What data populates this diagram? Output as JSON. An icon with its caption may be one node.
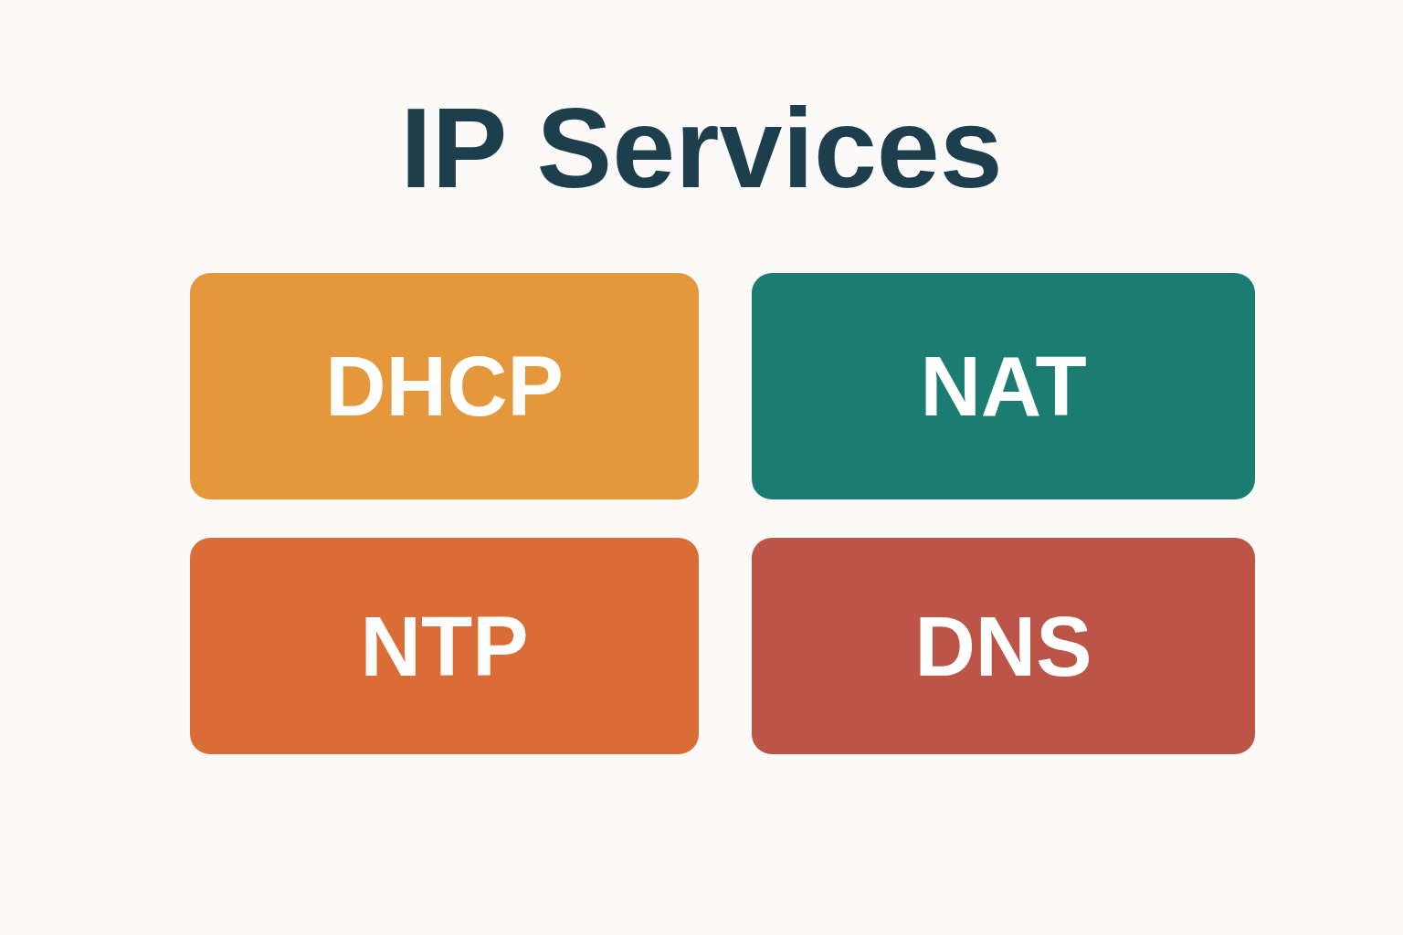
{
  "diagram": {
    "title": "IP Services",
    "nodes": [
      {
        "text": [
          "DHCP"
        ]
      },
      {
        "text": [
          "NAT"
        ]
      },
      {
        "text": [
          "NTP"
        ]
      },
      {
        "text": [
          "DNS"
        ]
      }
    ]
  }
}
